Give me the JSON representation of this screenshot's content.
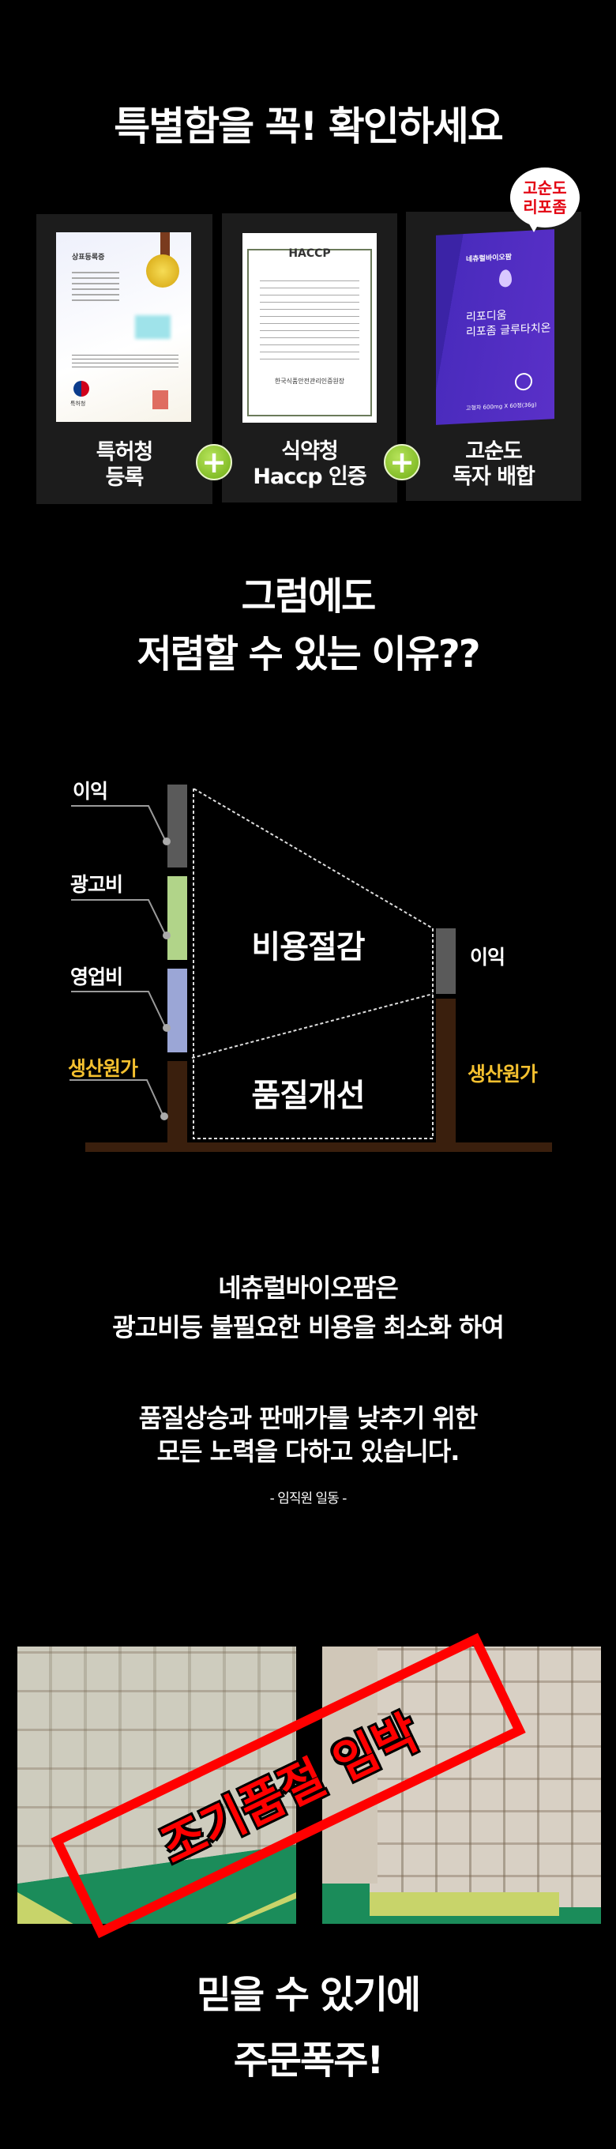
{
  "header": {
    "title": "특별함을 꼭! 확인하세요"
  },
  "cards": [
    {
      "label_line1": "특허청",
      "label_line2": "등록",
      "doc_title": "상표등록증",
      "seal_text": "특허청"
    },
    {
      "label_line1": "식약청",
      "label_line2": "Haccp 인증",
      "doc_title": "HACCP",
      "issuer": "한국식품안전관리인증원장"
    },
    {
      "label_line1": "고순도",
      "label_line2": "독자 배합",
      "brand": "네츄럴바이오팜",
      "product_line1": "리포디움",
      "product_line2": "리포좀 글루타치온",
      "product_spec": "고형차 600mg X 60정(36g)"
    }
  ],
  "bubble": {
    "line1": "고순도",
    "line2": "리포좀"
  },
  "plus_icon": "+",
  "section2": {
    "line1": "그럼에도",
    "line2": "저렴할 수 있는 이유??"
  },
  "diagram": {
    "left": {
      "profit": "이익",
      "ad_cost": "광고비",
      "sales_cost": "영업비",
      "production_cost": "생산원가"
    },
    "right": {
      "profit": "이익",
      "production_cost": "생산원가"
    },
    "cost_saving": "비용절감",
    "quality_improvement": "품질개선",
    "colors": {
      "profit": "#5a5a5a",
      "ad_cost": "#b1d489",
      "sales_cost": "#9ba6d6",
      "production_cost": "#3a1f0d",
      "highlight": "#f4c02f"
    }
  },
  "message": {
    "line1": "네츄럴바이오팜은",
    "line2": "광고비등 불필요한 비용을 최소화 하여",
    "line3": "품질상승과 판매가를 낮추기 위한",
    "line4": "모든 노력을 다하고 있습니다.",
    "signature": "- 임직원 일동 -"
  },
  "stamp": {
    "text": "조기품절 임박",
    "color": "#ff0000"
  },
  "footer": {
    "line1": "믿을 수 있기에",
    "line2": "주문폭주!"
  }
}
